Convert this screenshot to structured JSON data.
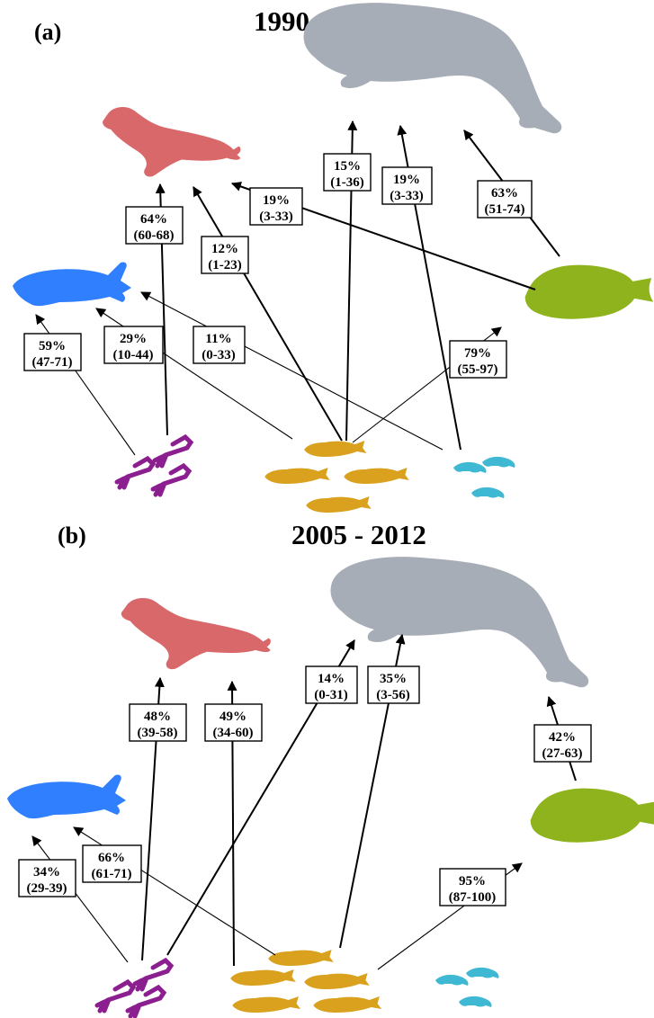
{
  "colors": {
    "seal": "#d9686b",
    "whale": "#a7adb7",
    "halibut": "#8fb31c",
    "salmon": "#2f7fff",
    "squid": "#8b1f8f",
    "cod": "#d9a11d",
    "shrimp": "#3fb8d4"
  },
  "icons": [
    "seal-icon",
    "whale-icon",
    "halibut-icon",
    "salmon-icon",
    "squid-icon",
    "cod-icon",
    "shrimp-icon"
  ],
  "panel_a": {
    "letter": "(a)",
    "title": "1990 - 2002",
    "links": [
      {
        "pct": "64%",
        "ci": "(60-68)"
      },
      {
        "pct": "12%",
        "ci": "(1-23)"
      },
      {
        "pct": "19%",
        "ci": "(3-33)"
      },
      {
        "pct": "15%",
        "ci": "(1-36)"
      },
      {
        "pct": "19%",
        "ci": "(3-33)"
      },
      {
        "pct": "63%",
        "ci": "(51-74)"
      },
      {
        "pct": "59%",
        "ci": "(47-71)"
      },
      {
        "pct": "29%",
        "ci": "(10-44)"
      },
      {
        "pct": "11%",
        "ci": "(0-33)"
      },
      {
        "pct": "79%",
        "ci": "(55-97)"
      }
    ]
  },
  "panel_b": {
    "letter": "(b)",
    "title": "2005 - 2012",
    "links": [
      {
        "pct": "48%",
        "ci": "(39-58)"
      },
      {
        "pct": "49%",
        "ci": "(34-60)"
      },
      {
        "pct": "14%",
        "ci": "(0-31)"
      },
      {
        "pct": "35%",
        "ci": "(3-56)"
      },
      {
        "pct": "42%",
        "ci": "(27-63)"
      },
      {
        "pct": "34%",
        "ci": "(29-39)"
      },
      {
        "pct": "66%",
        "ci": "(61-71)"
      },
      {
        "pct": "95%",
        "ci": "(87-100)"
      }
    ]
  }
}
